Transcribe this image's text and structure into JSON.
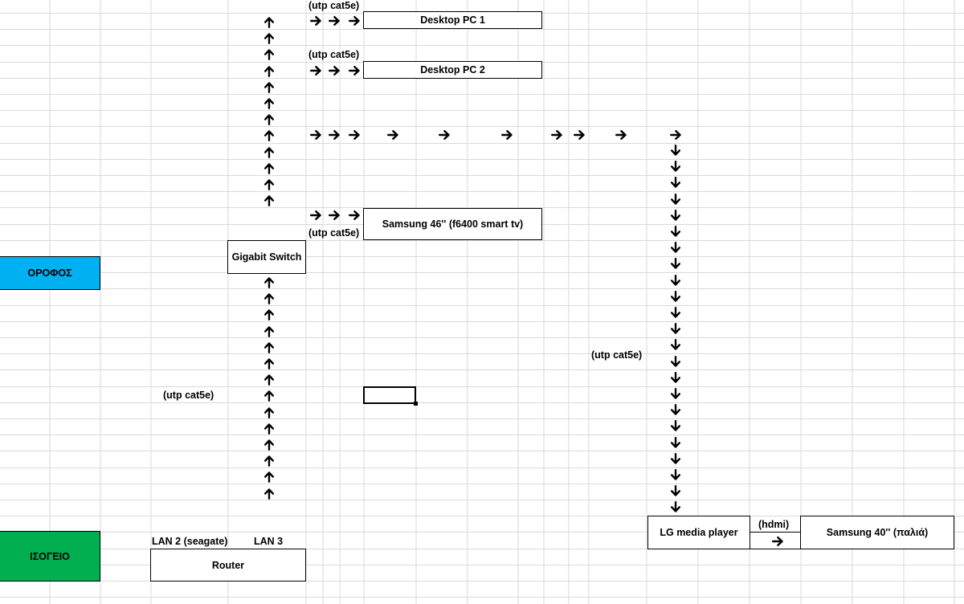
{
  "colors": {
    "upstairs": "#00b0f0",
    "ground": "#00b050",
    "grid_line": "#d9d9d9"
  },
  "floors": {
    "upstairs_label": "ΟΡΟΦΟΣ",
    "ground_label": "ΙΣΟΓΕΙΟ"
  },
  "devices": {
    "desktop_pc_1": "Desktop PC 1",
    "desktop_pc_2": "Desktop PC 2",
    "samsung_46": "Samsung 46'' (f6400 smart tv)",
    "gigabit_switch": "Gigabit Switch",
    "router": "Router",
    "lg_media_player": "LG media player",
    "samsung_40": "Samsung 40'' (παλιά)"
  },
  "cables": {
    "pc1_cable": "(utp cat5e)",
    "pc2_cable": "(utp cat5e)",
    "tv46_cable": "(utp cat5e)",
    "router_switch_cable": "(utp cat5e)",
    "media_player_cable": "(utp cat5e)",
    "hdmi_cable": "(hdmi)"
  },
  "ports": {
    "lan2": "LAN 2 (seagate)",
    "lan3": "LAN 3"
  },
  "icons": {
    "arrow_up": "arrow-up-icon",
    "arrow_right": "arrow-right-icon",
    "arrow_down": "arrow-down-icon"
  }
}
